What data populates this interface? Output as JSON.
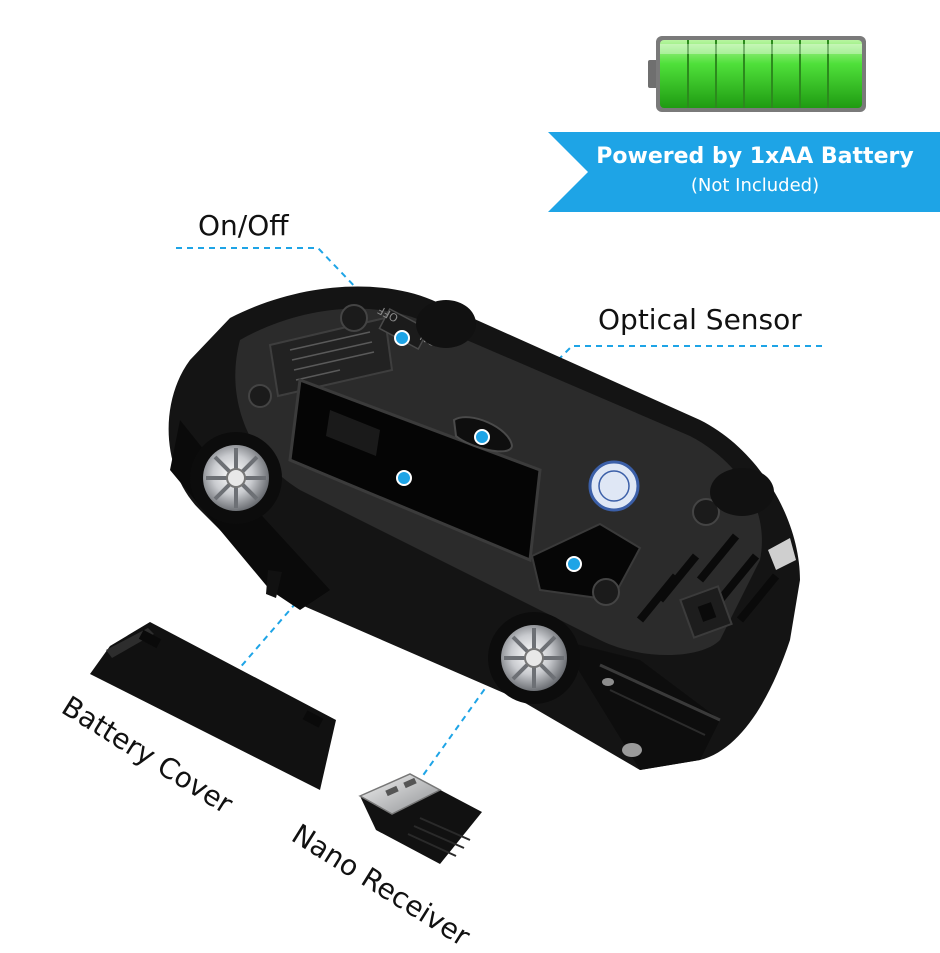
{
  "battery_indicator": {
    "icon": "battery-full-icon",
    "color": "#3ecf2f"
  },
  "banner": {
    "title": "Powered by 1xAA Battery",
    "subtitle": "(Not Included)",
    "color": "#1ea4e6"
  },
  "callouts": {
    "on_off": "On/Off",
    "optical_sensor": "Optical Sensor",
    "battery_cover": "Battery Cover",
    "nano_receiver": "Nano Receiver"
  },
  "switch_labels": {
    "off": "OFF",
    "on": "ON"
  },
  "leader_color": "#1ea4e6",
  "product": {
    "icon": "car-shaped-wireless-mouse-icon"
  }
}
